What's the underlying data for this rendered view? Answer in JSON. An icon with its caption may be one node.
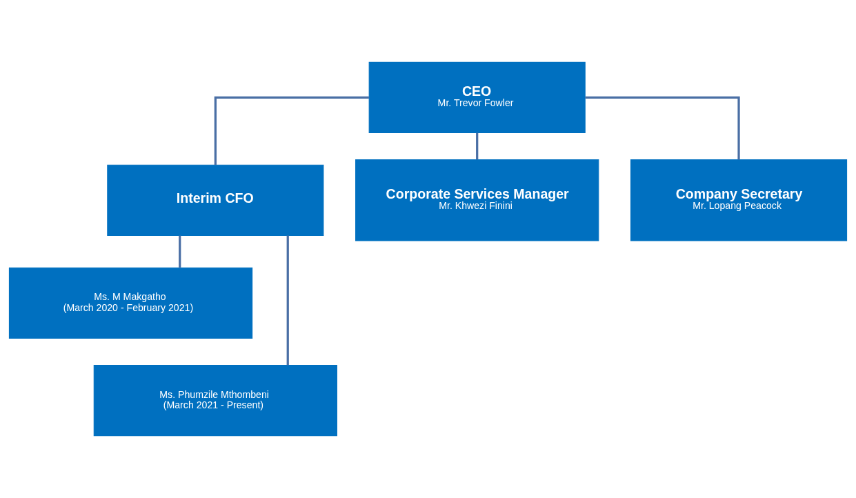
{
  "diagram": {
    "nodes": [
      {
        "text": [
          "CEO",
          "Mr. Trevor Fowler"
        ]
      },
      {
        "text": [
          "Interim CFO"
        ]
      },
      {
        "text": [
          "Corporate Services Manager",
          "Mr. Khwezi Finini"
        ]
      },
      {
        "text": [
          "Company Secretary",
          "Mr. Lopang Peacock"
        ]
      },
      {
        "text": [
          "Ms. M Makgatho",
          "(March 2020 - February 2021)"
        ]
      },
      {
        "text": [
          "Ms. Phumzile Mthombeni",
          "(March 2021 - Present)"
        ]
      }
    ],
    "edges": [
      {
        "from": 0,
        "to": 1,
        "arrow": "none"
      },
      {
        "from": 0,
        "to": 2,
        "arrow": "none"
      },
      {
        "from": 0,
        "to": 3,
        "arrow": "none"
      },
      {
        "from": 1,
        "to": 4,
        "arrow": "none"
      },
      {
        "from": 1,
        "to": 5,
        "arrow": "none"
      }
    ]
  }
}
